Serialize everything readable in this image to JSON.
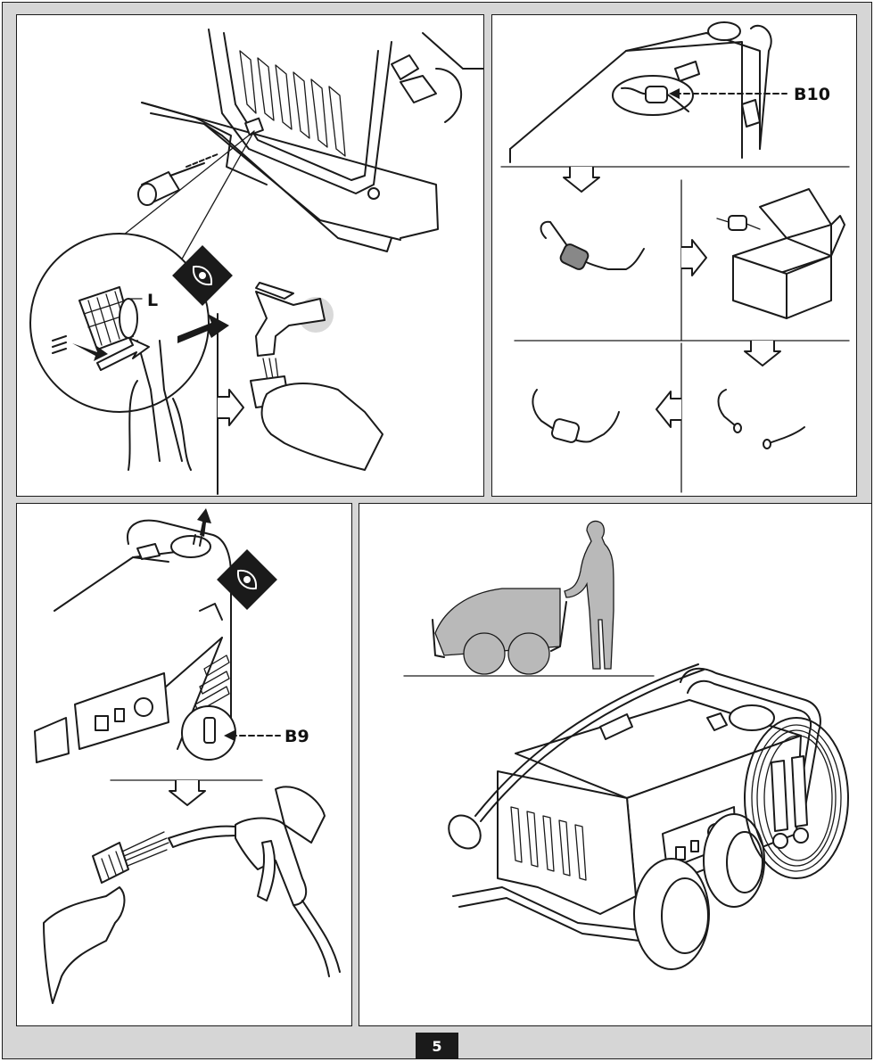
{
  "callouts": {
    "filter_label": "L",
    "fuel_filter_label": "B10",
    "tank_filter_label": "B9"
  },
  "footer": {
    "page_number": "5"
  },
  "colors": {
    "frame_background": "#d6d6d6",
    "line": "#1a1a1a",
    "silhouette": "#b9b9b9"
  },
  "icons": [
    "inspect-eye-icon",
    "flow-arrow-icon",
    "dashed-pointer-arrow-icon"
  ]
}
